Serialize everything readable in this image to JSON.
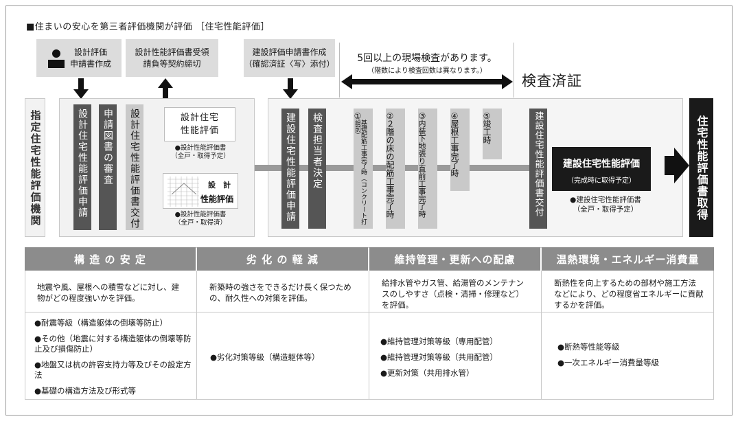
{
  "title": "■住まいの安心を第三者評価機関が評価 ［住宅性能評価］",
  "top_boxes": {
    "design_request": [
      "設計評価",
      "申請書作成"
    ],
    "design_receipt": [
      "設計性能評価書受領",
      "請負等契約締切"
    ],
    "construction_request": [
      "建設評価申請書作成",
      "（確認済証〈写〉添付）"
    ]
  },
  "inspection_note": {
    "main": "5回以上の現場検査があります。",
    "sub": "（階数により検査回数は異なります。）"
  },
  "kensa_sumi": "検査済証",
  "left_label": "指定住宅性能評価機関",
  "design_cols": [
    "設計住宅性能評価申請",
    "申請図書の審査",
    "設計住宅性能評価書交付"
  ],
  "design_card": {
    "title_l1": "設計住宅",
    "title_l2": "性能評価",
    "note_l1": "●設計性能評価書",
    "note_l2": "（全戸・取得予定）"
  },
  "design_doc": {
    "label1": "設　計",
    "label2": "性能評価",
    "note_l1": "●設計性能評価書",
    "note_l2": "（全戸・取得済）"
  },
  "construct_cols": [
    "建設住宅性能評価申請",
    "検査担当者決定"
  ],
  "inspections": [
    {
      "num": "①",
      "text": "基礎配筋工事完了時（コンクリート打設前）"
    },
    {
      "num": "②",
      "text": "２階の床の配筋工事完了時"
    },
    {
      "num": "③",
      "text": "内装下地張り直前工事完了時"
    },
    {
      "num": "④",
      "text": "屋根工事完了時"
    },
    {
      "num": "⑤",
      "text": "竣工時"
    }
  ],
  "construct_issue": "建設住宅性能評価書交付",
  "construct_black": {
    "title": "建設住宅性能評価",
    "sub": "（完成時に取得予定）"
  },
  "construct_note": [
    "●建設住宅性能評価書",
    "（全戸・取得予定）"
  ],
  "final": "住宅性能評価書取得",
  "categories": [
    {
      "header": "構 造 の 安 定",
      "desc": "地震や風、屋根への積雪などに対し、建物がどの程度強いかを評価。",
      "items": [
        "●耐震等級（構造躯体の倒壊等防止）",
        "●その他（地震に対する構造躯体の倒壊等防止及び損傷防止）",
        "●地盤又は杭の許容支持力等及びその設定方法",
        "●基礎の構造方法及び形式等"
      ]
    },
    {
      "header": "劣 化 の 軽 減",
      "desc": "新築時の強さをできるだけ長く保つための、耐久性への対策を評価。",
      "items": [
        "●劣化対策等級（構造躯体等）"
      ]
    },
    {
      "header": "維持管理・更新への配慮",
      "desc": "給排水管やガス管、給湯管のメンテナンスのしやすさ（点検・清掃・修理など）を評価。",
      "items": [
        "●維持管理対策等級（専用配管）",
        "●維持管理対策等級（共用配管）",
        "●更新対策（共用排水管）"
      ]
    },
    {
      "header": "温熱環境・エネルギー消費量",
      "desc": "断熱性を向上するための部材や施工方法などにより、どの程度省エネルギーに貢献するかを評価。",
      "items": [
        "●断熱等性能等級",
        "●一次エネルギー消費量等級"
      ]
    }
  ],
  "colors": {
    "dark": "#555555",
    "light": "#c9c9c9",
    "header": "#8c8c8c",
    "black": "#1a1a1a"
  }
}
